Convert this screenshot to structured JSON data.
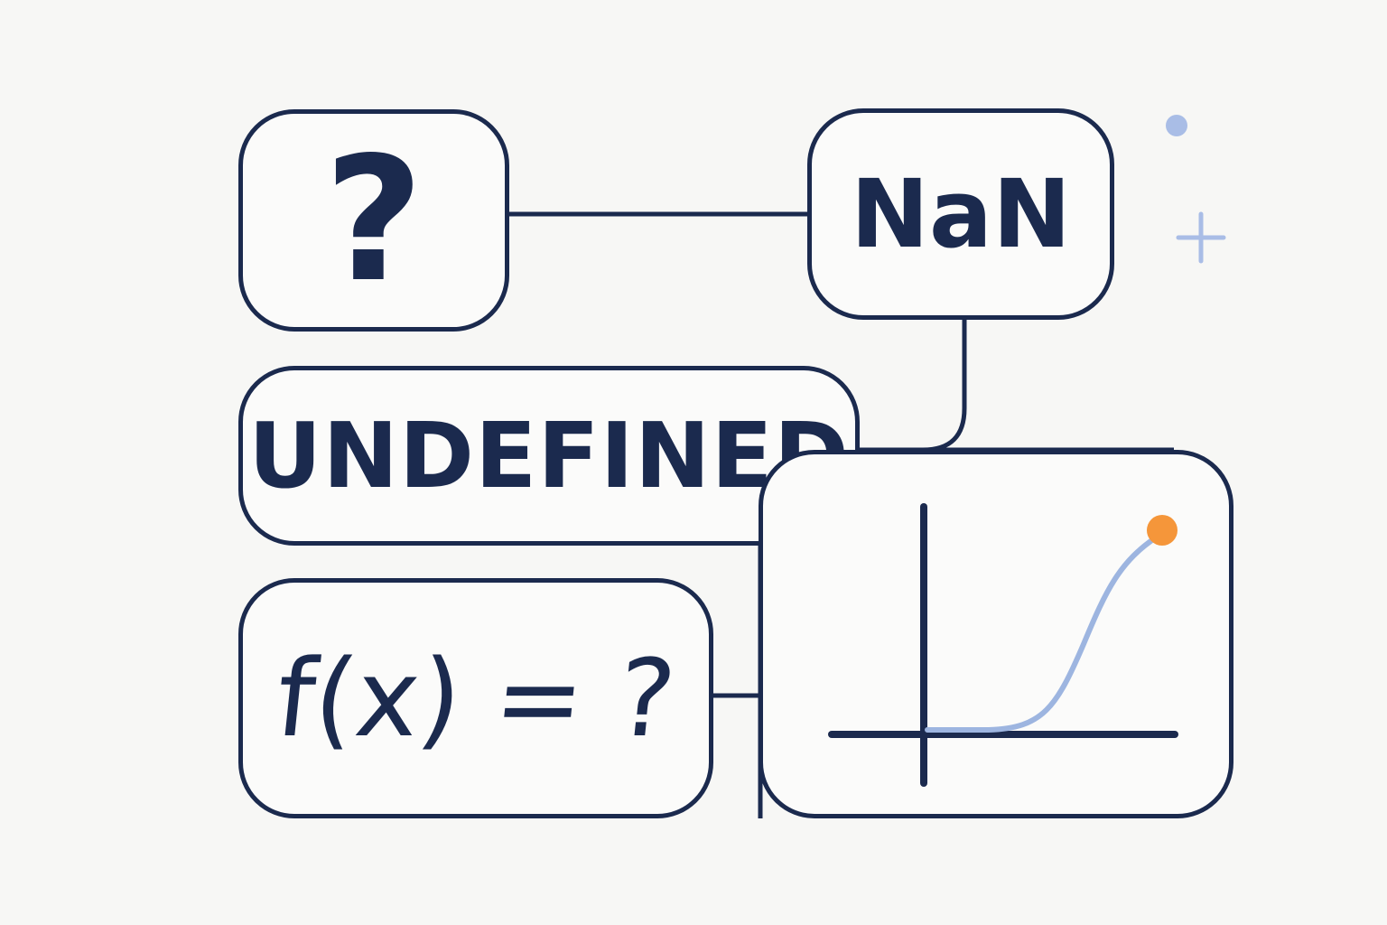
{
  "boxes": {
    "question": {
      "text": "?"
    },
    "nan": {
      "text": "NaN"
    },
    "undefined": {
      "text": "UNDEFINED"
    },
    "function": {
      "text": "f(x) = ?"
    }
  },
  "graph": {
    "curve_shape": "sigmoid-rise",
    "endpoint_marker": "dot"
  },
  "colors": {
    "ink": "#1b2a4e",
    "curve": "#9db5e0",
    "marker": "#f5963a",
    "decoration": "#a9bde6",
    "background": "#f7f7f5"
  },
  "decorations": [
    "dot-icon",
    "plus-icon"
  ]
}
